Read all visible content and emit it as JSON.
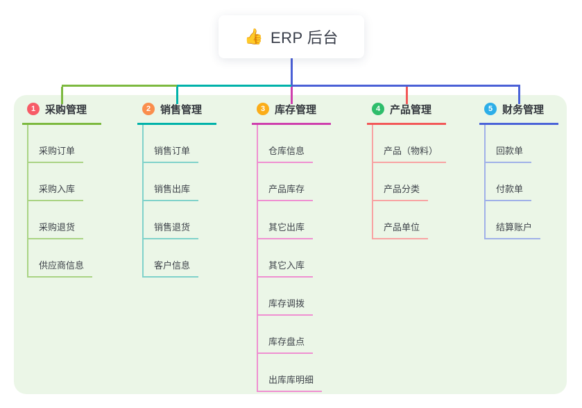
{
  "root": {
    "label": "ERP 后台",
    "emoji": "👍"
  },
  "branches": [
    {
      "number": "1",
      "label": "采购管理",
      "badge_color": "#f75c67",
      "line_color": "#7cb93f",
      "light_color": "#a9d383",
      "children": [
        "采购订单",
        "采购入库",
        "采购退货",
        "供应商信息"
      ]
    },
    {
      "number": "2",
      "label": "销售管理",
      "badge_color": "#fa8e4d",
      "line_color": "#00b2a9",
      "light_color": "#7fd2ca",
      "children": [
        "销售订单",
        "销售出库",
        "销售退货",
        "客户信息"
      ]
    },
    {
      "number": "3",
      "label": "库存管理",
      "badge_color": "#fbad19",
      "line_color": "#ce3fad",
      "light_color": "#ef8fd1",
      "children": [
        "仓库信息",
        "产品库存",
        "其它出库",
        "其它入库",
        "库存调拨",
        "库存盘点",
        "出库库明细"
      ]
    },
    {
      "number": "4",
      "label": "产品管理",
      "badge_color": "#2ebd6b",
      "line_color": "#f25858",
      "light_color": "#f8a3a3",
      "children": [
        "产品（物料）",
        "产品分类",
        "产品单位"
      ]
    },
    {
      "number": "5",
      "label": "财务管理",
      "badge_color": "#2caee8",
      "line_color": "#4a63d8",
      "light_color": "#9fb0e8",
      "children": [
        "回款单",
        "付款单",
        "结算账户"
      ]
    }
  ],
  "colors": {
    "panel_bg": "#ebf6e7",
    "root_line": "#4a5fd6",
    "root_text": "#363b47"
  }
}
